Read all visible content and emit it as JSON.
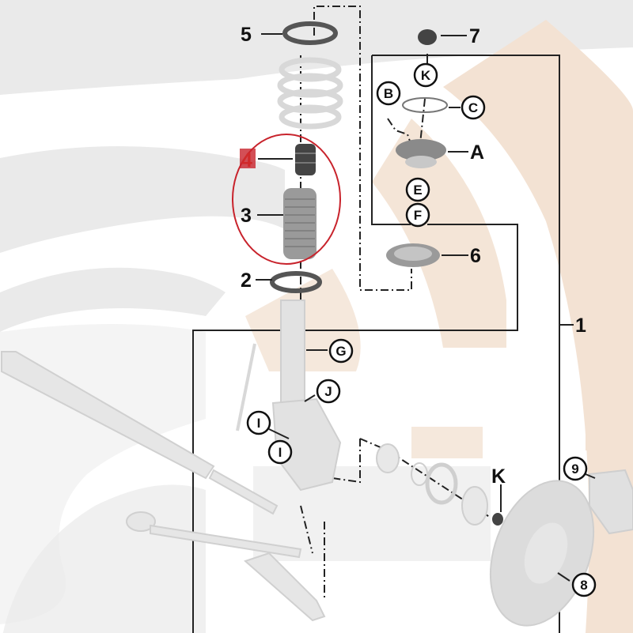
{
  "diagram": {
    "type": "exploded-parts-diagram",
    "subject": "Front suspension strut assembly",
    "highlight_color": "#c8232c",
    "background_arc_gray": "#eaeaea",
    "background_arc_tan": "#f3e2d3",
    "callouts_numbered": [
      {
        "id": "1",
        "label": "1"
      },
      {
        "id": "2",
        "label": "2"
      },
      {
        "id": "3",
        "label": "3"
      },
      {
        "id": "4",
        "label": "4",
        "highlighted": true
      },
      {
        "id": "5",
        "label": "5"
      },
      {
        "id": "6",
        "label": "6"
      },
      {
        "id": "7",
        "label": "7"
      },
      {
        "id": "8",
        "label": "8"
      },
      {
        "id": "9",
        "label": "9"
      }
    ],
    "callouts_lettered": [
      {
        "id": "A",
        "label": "A"
      },
      {
        "id": "B",
        "label": "B"
      },
      {
        "id": "C",
        "label": "C"
      },
      {
        "id": "E",
        "label": "E"
      },
      {
        "id": "F",
        "label": "F"
      },
      {
        "id": "G",
        "label": "G"
      },
      {
        "id": "I1",
        "label": "I"
      },
      {
        "id": "I2",
        "label": "I"
      },
      {
        "id": "J",
        "label": "J"
      },
      {
        "id": "K1",
        "label": "K"
      },
      {
        "id": "K2",
        "label": "K"
      }
    ]
  },
  "labels": {
    "n1": "1",
    "n2": "2",
    "n3": "3",
    "n4": "4",
    "n5": "5",
    "n6": "6",
    "n7": "7",
    "n8": "8",
    "n9": "9",
    "A": "A",
    "B": "B",
    "C": "C",
    "E": "E",
    "F": "F",
    "G": "G",
    "I": "I",
    "J": "J",
    "K": "K"
  }
}
